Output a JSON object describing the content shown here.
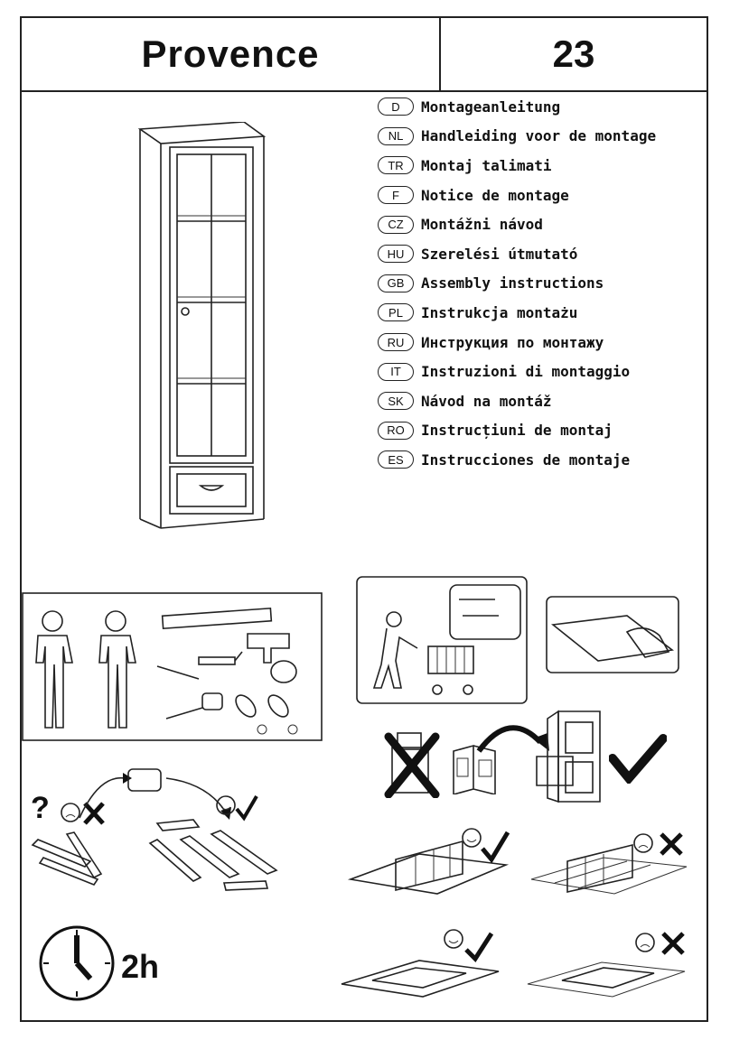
{
  "header": {
    "title": "Provence",
    "number": "23"
  },
  "languages": [
    {
      "code": "D",
      "text": "Montageanleitung"
    },
    {
      "code": "NL",
      "text": "Handleiding voor de montage"
    },
    {
      "code": "TR",
      "text": "Montaj talimati"
    },
    {
      "code": "F",
      "text": "Notice de montage"
    },
    {
      "code": "CZ",
      "text": "Montážni návod"
    },
    {
      "code": "HU",
      "text": "Szerelési útmutató"
    },
    {
      "code": "GB",
      "text": "Assembly instructions"
    },
    {
      "code": "PL",
      "text": "Instrukcja montażu"
    },
    {
      "code": "RU",
      "text": "Инструкция по монтажу"
    },
    {
      "code": "IT",
      "text": "Instruzioni di montaggio"
    },
    {
      "code": "SK",
      "text": "Návod na montáž"
    },
    {
      "code": "RO",
      "text": "Instrucțiuni de montaj"
    },
    {
      "code": "ES",
      "text": "Instrucciones de montaje"
    }
  ],
  "misc": {
    "question_mark": "?",
    "duration": "2h"
  },
  "icons": [
    "cabinet-illustration",
    "workers-tools-icon",
    "shopping-cart-icon",
    "cloth-wipe-icon",
    "trash-cross-icon",
    "booklet-icon",
    "file-cabinet-icon",
    "check-icon",
    "phone-icon",
    "sad-face-icon",
    "smile-face-icon",
    "clock-icon"
  ]
}
